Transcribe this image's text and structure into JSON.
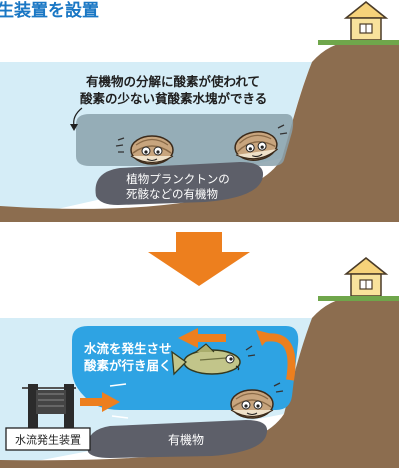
{
  "title": "生装置を設置",
  "top_panel": {
    "callout": [
      "有機物の分解に酸素が使われて",
      "酸素の少ない貧酸素水塊ができる"
    ],
    "sediment_label": [
      "植物プランクトンの",
      "死骸などの有機物"
    ]
  },
  "bottom_panel": {
    "callout": [
      "水流を発生させ",
      "酸素が行き届く"
    ],
    "sediment_label": "有機物",
    "device_label": "水流発生装置"
  },
  "colors": {
    "water": "#d5edf7",
    "ground": "#8c6d4f",
    "hypoxic_water": "#8aa1ab",
    "oxygen_flow": "#2ea3e3",
    "arrow_orange": "#ed7f1e",
    "title_blue": "#1a77c4",
    "sediment": "#5d5f69"
  },
  "icons": [
    "house-icon",
    "clam-icon",
    "fish-icon",
    "down-arrow-icon",
    "water-flow-device-icon"
  ]
}
